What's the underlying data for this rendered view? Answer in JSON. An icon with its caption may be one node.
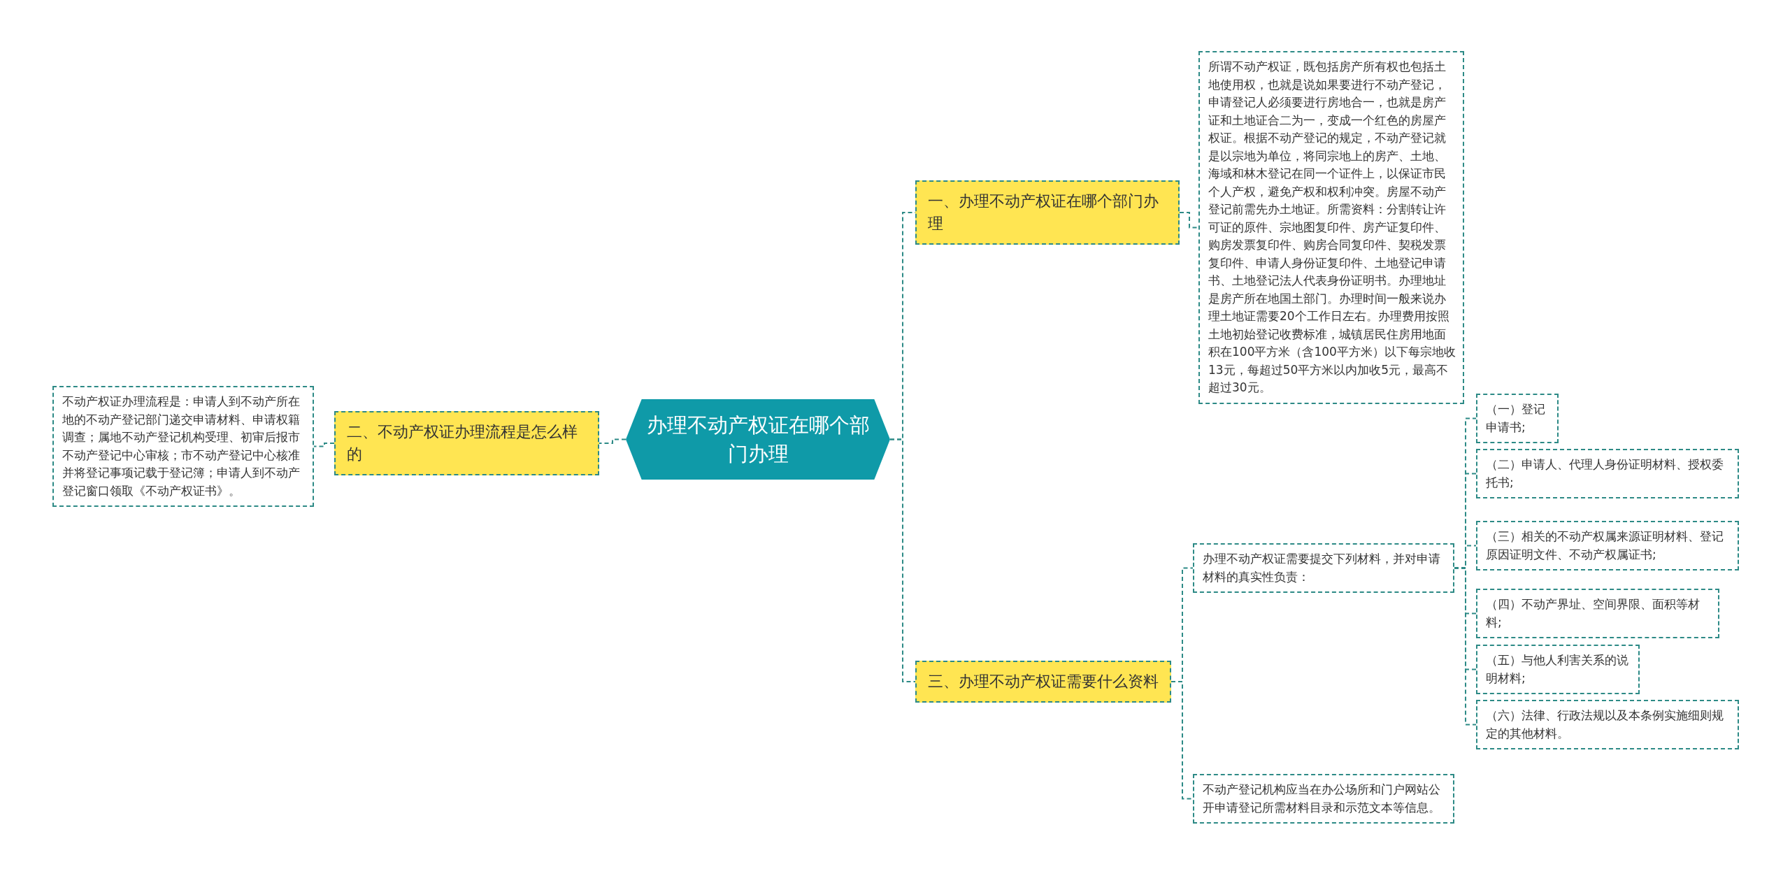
{
  "diagram": {
    "nodes": [
      {
        "text": [
          "办理不动产权证在哪个部门办理"
        ]
      },
      {
        "text": [
          "一、办理不动产权证在哪个部门办理"
        ]
      },
      {
        "text": [
          "所谓不动产权证，既包括房产所有权也包括土地使用权，也就是说如果要进行不动产登记，申请登记人必须要进行房地合一，也就是房产证和土地证合二为一，变成一个红色的房屋产权证。根据不动产登记的规定，不动产登记就是以宗地为单位，将同宗地上的房产、土地、海域和林木登记在同一个证件上，以保证市民个人产权，避免产权和权利冲突。房屋不动产登记前需先办土地证。所需资料：分割转让许可证的原件、宗地图复印件、房产证复印件、购房发票复印件、购房合同复印件、契税发票复印件、申请人身份证复印件、土地登记申请书、土地登记法人代表身份证明书。办理地址是房产所在地国土部门。办理时间一般来说办理土地证需要20个工作日左右。办理费用按照土地初始登记收费标准，城镇居民住房用地面积在100平方米（含100平方米）以下每宗地收13元，每超过50平方米以内加收5元，最高不超过30元。"
        ]
      },
      {
        "text": [
          "二、不动产权证办理流程是怎么样的"
        ]
      },
      {
        "text": [
          "不动产权证办理流程是：申请人到不动产所在地的不动产登记部门递交申请材料、申请权籍调查；属地不动产登记机构受理、初审后报市不动产登记中心审核；市不动产登记中心核准并将登记事项记载于登记簿；申请人到不动产登记窗口领取《不动产权证书》。"
        ]
      },
      {
        "text": [
          "三、办理不动产权证需要什么资料"
        ]
      },
      {
        "text": [
          "办理不动产权证需要提交下列材料，并对申请材料的真实性负责："
        ]
      },
      {
        "text": [
          "（一）登记申请书;"
        ]
      },
      {
        "text": [
          "（二）申请人、代理人身份证明材料、授权委托书;"
        ]
      },
      {
        "text": [
          "（三）相关的不动产权属来源证明材料、登记原因证明文件、不动产权属证书;"
        ]
      },
      {
        "text": [
          "（四）不动产界址、空间界限、面积等材料;"
        ]
      },
      {
        "text": [
          "（五）与他人利害关系的说明材料;"
        ]
      },
      {
        "text": [
          "（六）法律、行政法规以及本条例实施细则规定的其他材料。"
        ]
      },
      {
        "text": [
          "不动产登记机构应当在办公场所和门户网站公开申请登记所需材料目录和示范文本等信息。"
        ]
      }
    ],
    "edges": [
      {
        "from": 0,
        "to": 1,
        "arrow": "none"
      },
      {
        "from": 1,
        "to": 2,
        "arrow": "none"
      },
      {
        "from": 0,
        "to": 3,
        "arrow": "none"
      },
      {
        "from": 3,
        "to": 4,
        "arrow": "none"
      },
      {
        "from": 0,
        "to": 5,
        "arrow": "none"
      },
      {
        "from": 5,
        "to": 6,
        "arrow": "none"
      },
      {
        "from": 6,
        "to": 7,
        "arrow": "none"
      },
      {
        "from": 6,
        "to": 8,
        "arrow": "none"
      },
      {
        "from": 6,
        "to": 9,
        "arrow": "none"
      },
      {
        "from": 6,
        "to": 10,
        "arrow": "none"
      },
      {
        "from": 6,
        "to": 11,
        "arrow": "none"
      },
      {
        "from": 6,
        "to": 12,
        "arrow": "none"
      },
      {
        "from": 5,
        "to": 13,
        "arrow": "none"
      }
    ]
  }
}
